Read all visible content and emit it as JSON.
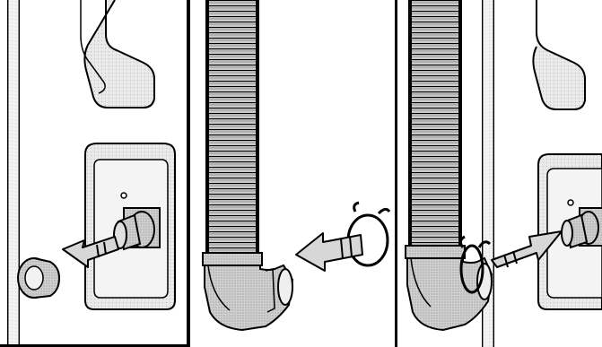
{
  "figure": {
    "palette": {
      "line": "#000000",
      "shade": "#c8c8c8",
      "shade_light": "#e2e2e2",
      "hose": "#bdbdbd",
      "paper": "#ffffff"
    },
    "panels": [
      {
        "id": "panel-1",
        "step": "remove-drain-cap",
        "icons": [
          "machine-side-icon",
          "drain-port-icon",
          "cap-icon",
          "arrow-left-icon"
        ]
      },
      {
        "id": "panel-2",
        "step": "attach-clamp-to-hose",
        "icons": [
          "drain-hose-icon",
          "hose-elbow-icon",
          "clamp-icon",
          "arrow-left-icon"
        ]
      },
      {
        "id": "panel-3",
        "step": "connect-hose-to-port",
        "icons": [
          "drain-hose-icon",
          "hose-elbow-icon",
          "clamp-icon",
          "machine-side-icon",
          "drain-port-icon",
          "arrow-right-icon"
        ]
      }
    ]
  }
}
